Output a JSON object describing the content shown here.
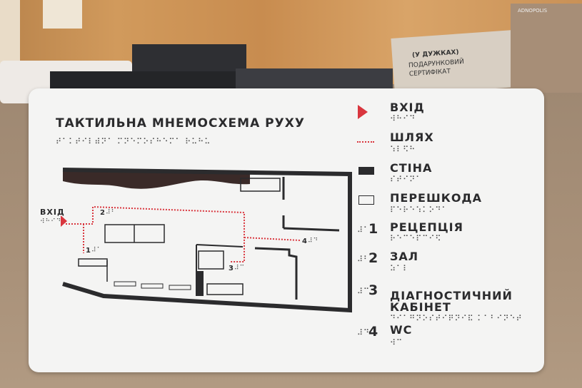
{
  "background": {
    "gift_card": {
      "brand": "(У ДУЖКАХ)",
      "line1": "ПОДАРУНКОВИЙ",
      "line2": "СЕРТИФІКАТ"
    },
    "logo_text": "ADNOPOLIS"
  },
  "sign": {
    "title": "ТАКТИЛЬНА МНЕМОСХЕМА РУХУ",
    "title_braille": "⠞⠁⠅⠞⠊⠇⠾⠝⠁ ⠍⠝⠑⠍⠕⠎⠓⠑⠍⠁ ⠗⠥⠓⠥",
    "plan": {
      "entrance_label": "ВХІД",
      "entrance_braille": "⠺⠓⠊⠙",
      "markers": [
        {
          "num": "1",
          "braille": "⠼⠁"
        },
        {
          "num": "2",
          "braille": "⠼⠃"
        },
        {
          "num": "3",
          "braille": "⠼⠉"
        },
        {
          "num": "4",
          "braille": "⠼⠙"
        }
      ]
    },
    "legend": [
      {
        "symbol": "red-triangle",
        "label": "ВХІД",
        "braille": "⠺⠓⠊⠙"
      },
      {
        "symbol": "red-dotted-line",
        "label": "ШЛЯХ",
        "braille": "⠱⠇⠫⠓"
      },
      {
        "symbol": "black-bar",
        "label": "СТІНА",
        "braille": "⠎⠞⠊⠝⠁"
      },
      {
        "symbol": "empty-rect",
        "label": "ПЕРЕШКОДА",
        "braille": "⠏⠑⠗⠑⠱⠅⠕⠙⠁"
      },
      {
        "symbol": "number",
        "num": "1",
        "num_braille": "⠼⠁",
        "label": "РЕЦЕПЦІЯ",
        "braille": "⠗⠑⠉⠑⠏⠉⠊⠫"
      },
      {
        "symbol": "number",
        "num": "2",
        "num_braille": "⠼⠃",
        "label": "ЗАЛ",
        "braille": "⠵⠁⠇"
      },
      {
        "symbol": "number",
        "num": "3",
        "num_braille": "⠼⠉",
        "label": "ДІАГНОСТИЧНИЙ",
        "label2": "КАБІНЕТ",
        "braille": "⠙⠊⠁⠛⠝⠕⠎⠞⠊⠟⠝⠊⠯ ⠅⠁⠃⠊⠝⠑⠞"
      },
      {
        "symbol": "number",
        "num": "4",
        "num_braille": "⠼⠙",
        "label": "WC",
        "braille": "⠺⠉"
      }
    ],
    "colors": {
      "path": "#d9363e",
      "wall": "#2b2b2d",
      "entrance": "#d9363e",
      "sign": "#f4f4f3"
    }
  }
}
